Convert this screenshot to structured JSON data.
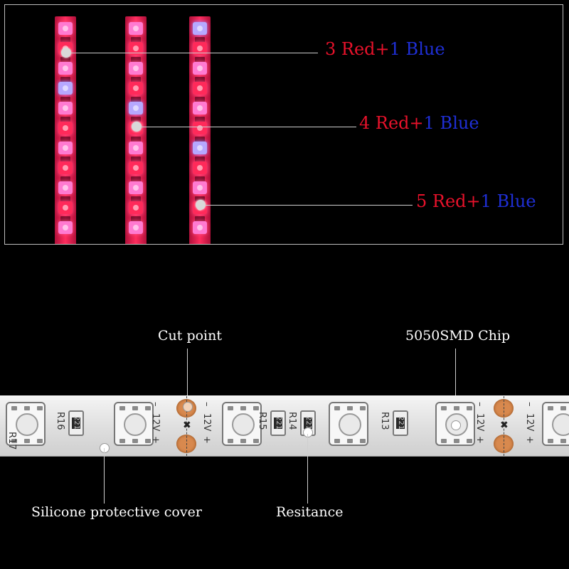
{
  "ratios": [
    {
      "red": "3 Red",
      "plus": "+",
      "blue": "1 Blue"
    },
    {
      "red": "4 Red",
      "plus": "+",
      "blue": "1 Blue"
    },
    {
      "red": "5 Red",
      "plus": "+",
      "blue": "1 Blue"
    }
  ],
  "callouts": {
    "cut_point": "Cut point",
    "chip": "5050SMD Chip",
    "cover": "Silicone protective cover",
    "resistance": "Resitance"
  },
  "markings": {
    "resistors": [
      "R17",
      "R16",
      "R15",
      "R14",
      "R13"
    ],
    "resistor_code": "221",
    "voltage": "12V",
    "minus": "–",
    "plus": "+"
  },
  "colors": {
    "red_label": "#e8122b",
    "blue_label": "#1f2fd6",
    "led_red": "#ff2a5a",
    "led_pink": "#ff7ad1",
    "led_blue": "#b6a8ff",
    "copper": "#d8894e"
  }
}
